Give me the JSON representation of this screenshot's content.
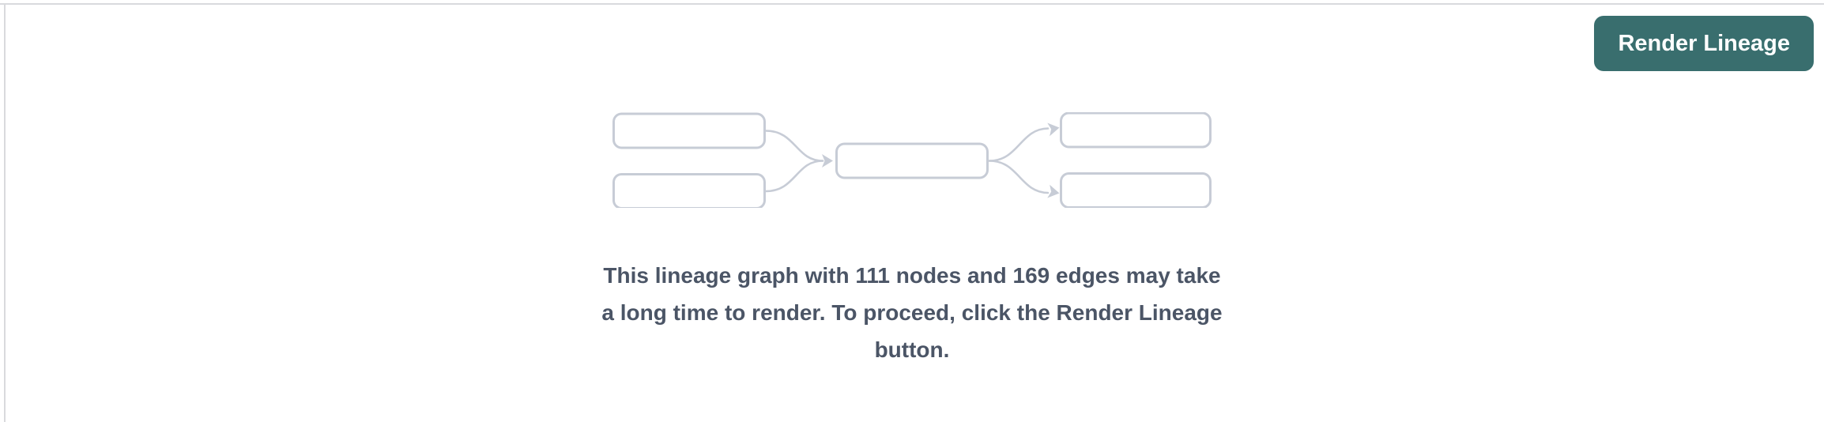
{
  "theme": {
    "background_color": "#ffffff",
    "panel_border_color": "#d9dadd",
    "diagram_stroke_color": "#c7ccd6",
    "message_text_color": "#4b5566",
    "button_bg_color": "#396e6e",
    "button_text_color": "#ffffff"
  },
  "header": {
    "render_button_label": "Render Lineage"
  },
  "empty_state": {
    "node_count": "111",
    "edge_count": "169",
    "message_full": "This lineage graph with 111 nodes and 169 edges may take a long time to render. To proceed, click the Render Lineage button.",
    "message_lines": [
      "This lineage graph with 111 nodes and 169 edges may take",
      "a long time to render. To proceed, click the Render Lineage",
      "button."
    ],
    "diagram_icon": "lineage-graph-placeholder"
  }
}
